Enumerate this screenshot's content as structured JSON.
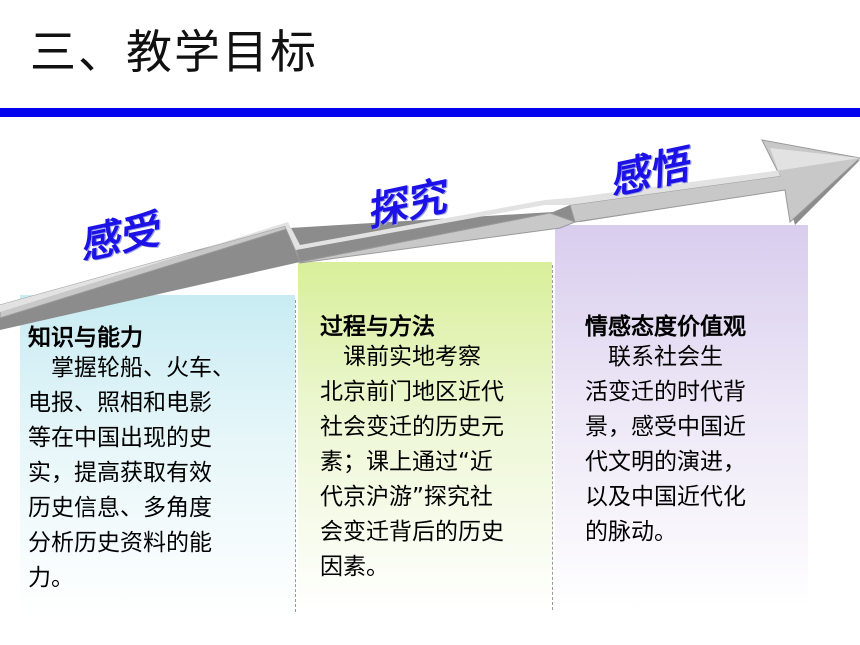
{
  "title": "三、教学目标",
  "stages": [
    "感受",
    "探究",
    "感悟"
  ],
  "panels": [
    {
      "heading": "知识与能力",
      "lines": [
        "　掌握轮船、火车、",
        "电报、照相和电影",
        "等在中国出现的史",
        "实，提高获取有效",
        "历史信息、多角度",
        "分析历史资料的能",
        "力。"
      ]
    },
    {
      "heading": "过程与方法",
      "lines": [
        "　课前实地考察",
        "北京前门地区近代",
        "社会变迁的历史元",
        "素；课上通过“近",
        "代京沪游”探究社",
        "会变迁背后的历史",
        "因素。"
      ]
    },
    {
      "heading": "情感态度价值观",
      "lines": [
        "　联系社会生",
        "活变迁的时代背",
        "景，感受中国近",
        "代文明的演进，",
        "以及中国近代化",
        "的脉动。"
      ]
    }
  ],
  "colors": {
    "divider": "#0000ee",
    "stage_text": "#1c12e8",
    "arrow_top": "#c8c8c8",
    "arrow_side": "#8c8c8c"
  }
}
